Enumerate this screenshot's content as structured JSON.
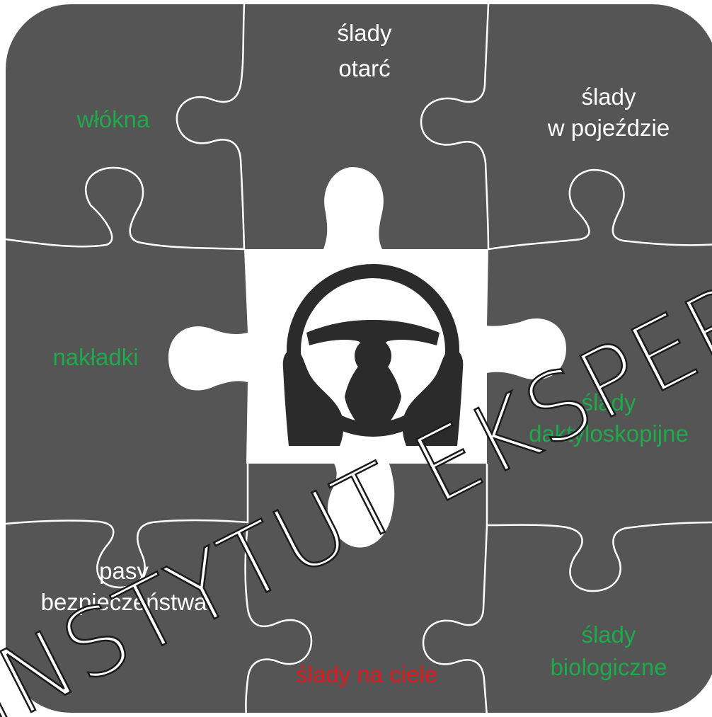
{
  "colors": {
    "piece": "#555555",
    "seam": "#ffffff",
    "center": "#ffffff",
    "text_white": "#ffffff",
    "text_green": "#1ea94a",
    "text_red": "#e0191e",
    "icon": "#2b2b2b",
    "watermark_fill": "#ffffff",
    "watermark_stroke": "#1a1a1a"
  },
  "pieces": {
    "top_left": {
      "lines": [
        "włókna"
      ],
      "color": "green"
    },
    "top_center": {
      "lines": [
        "ślady",
        "otarć"
      ],
      "color": "white"
    },
    "top_right": {
      "lines": [
        "ślady",
        "w pojeździe"
      ],
      "color": "white"
    },
    "middle_left": {
      "lines": [
        "nakładki"
      ],
      "color": "green"
    },
    "middle_right": {
      "lines": [
        "ślady",
        "daktyloskopijne"
      ],
      "color": "green"
    },
    "bottom_left": {
      "lines": [
        "pasy",
        "bezpieczeństwa"
      ],
      "color": "white"
    },
    "bottom_center": {
      "lines": [
        "ślady na ciele"
      ],
      "color": "red"
    },
    "bottom_right": {
      "lines": [
        "ślady",
        "biologiczne"
      ],
      "color": "green"
    }
  },
  "center_icon": "steering-wheel-with-hands-icon",
  "watermark": "INSTYTUT EKSPERT"
}
